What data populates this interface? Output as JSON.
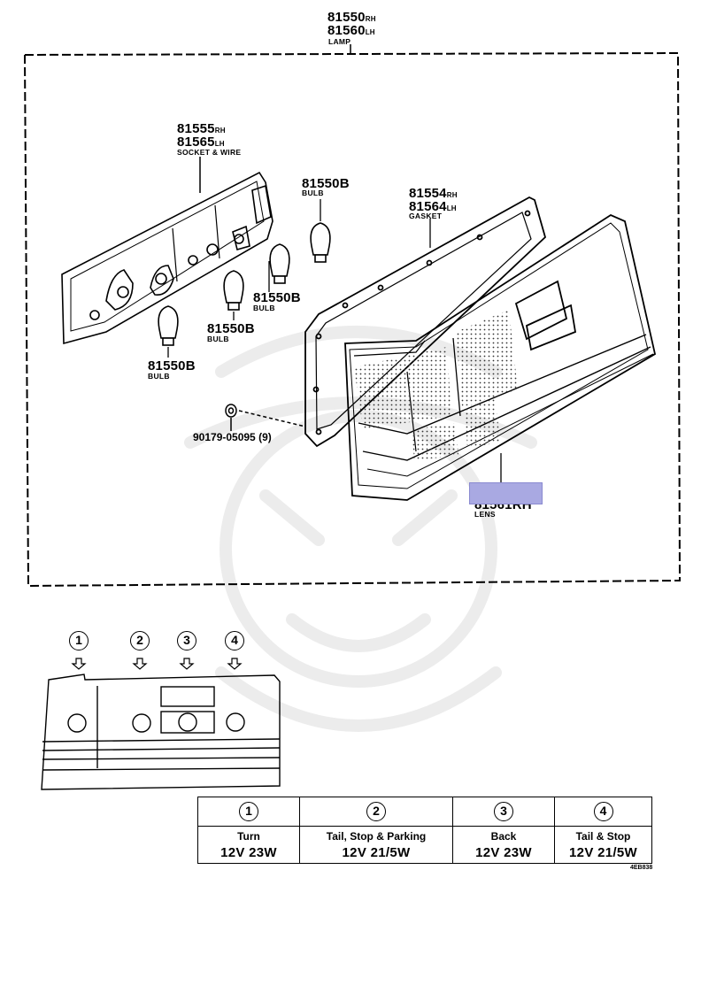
{
  "parts": {
    "lamp": {
      "rh": "81550",
      "rh_side": "RH",
      "lh": "81560",
      "lh_side": "LH",
      "desc": "LAMP"
    },
    "socket": {
      "rh": "81555",
      "rh_side": "RH",
      "lh": "81565",
      "lh_side": "LH",
      "desc": "SOCKET & WIRE"
    },
    "bulb_top": {
      "num": "81550B",
      "desc": "BULB"
    },
    "gasket": {
      "rh": "81554",
      "rh_side": "RH",
      "lh": "81564",
      "lh_side": "LH",
      "desc": "GASKET"
    },
    "bulb_mid": {
      "num": "81550B",
      "desc": "BULB"
    },
    "bulb_low": {
      "num": "81550B",
      "desc": "BULB"
    },
    "bulb_left": {
      "num": "81550B",
      "desc": "BULB"
    },
    "nut": {
      "num": "90179-05095",
      "qty": "(9)"
    },
    "lens": {
      "num": "81561RH",
      "desc": "LENS"
    }
  },
  "positions": [
    {
      "num": "1",
      "function": "Turn",
      "bulb": "12V 23W"
    },
    {
      "num": "2",
      "function": "Tail, Stop & Parking",
      "bulb": "12V 21/5W"
    },
    {
      "num": "3",
      "function": "Back",
      "bulb": "12V 23W"
    },
    {
      "num": "4",
      "function": "Tail & Stop",
      "bulb": "12V 21/5W"
    }
  ],
  "diagram_ref": "4EB838",
  "highlight_color": "#a9a9e2"
}
